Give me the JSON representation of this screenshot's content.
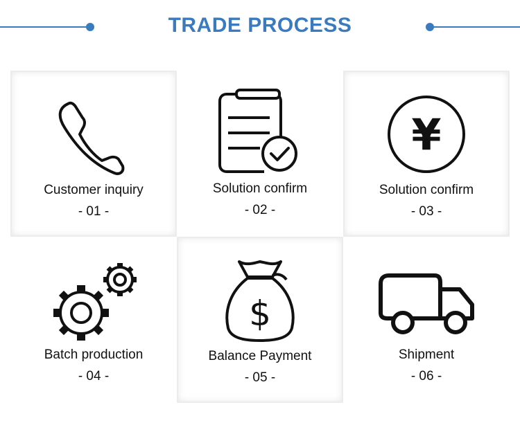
{
  "header": {
    "title": "TRADE PROCESS",
    "accent_color": "#3a7bbf"
  },
  "steps": [
    {
      "label": "Customer inquiry",
      "number": "- 01 -",
      "icon": "phone-icon"
    },
    {
      "label": "Solution confirm",
      "number": "- 02 -",
      "icon": "clipboard-check-icon"
    },
    {
      "label": "Solution confirm",
      "number": "- 03 -",
      "icon": "yen-coin-icon"
    },
    {
      "label": "Batch production",
      "number": "- 04 -",
      "icon": "gears-icon"
    },
    {
      "label": "Balance Payment",
      "number": "- 05 -",
      "icon": "money-bag-icon"
    },
    {
      "label": "Shipment",
      "number": "- 06 -",
      "icon": "truck-icon"
    }
  ],
  "yen_symbol": "¥",
  "dollar_symbol": "$"
}
